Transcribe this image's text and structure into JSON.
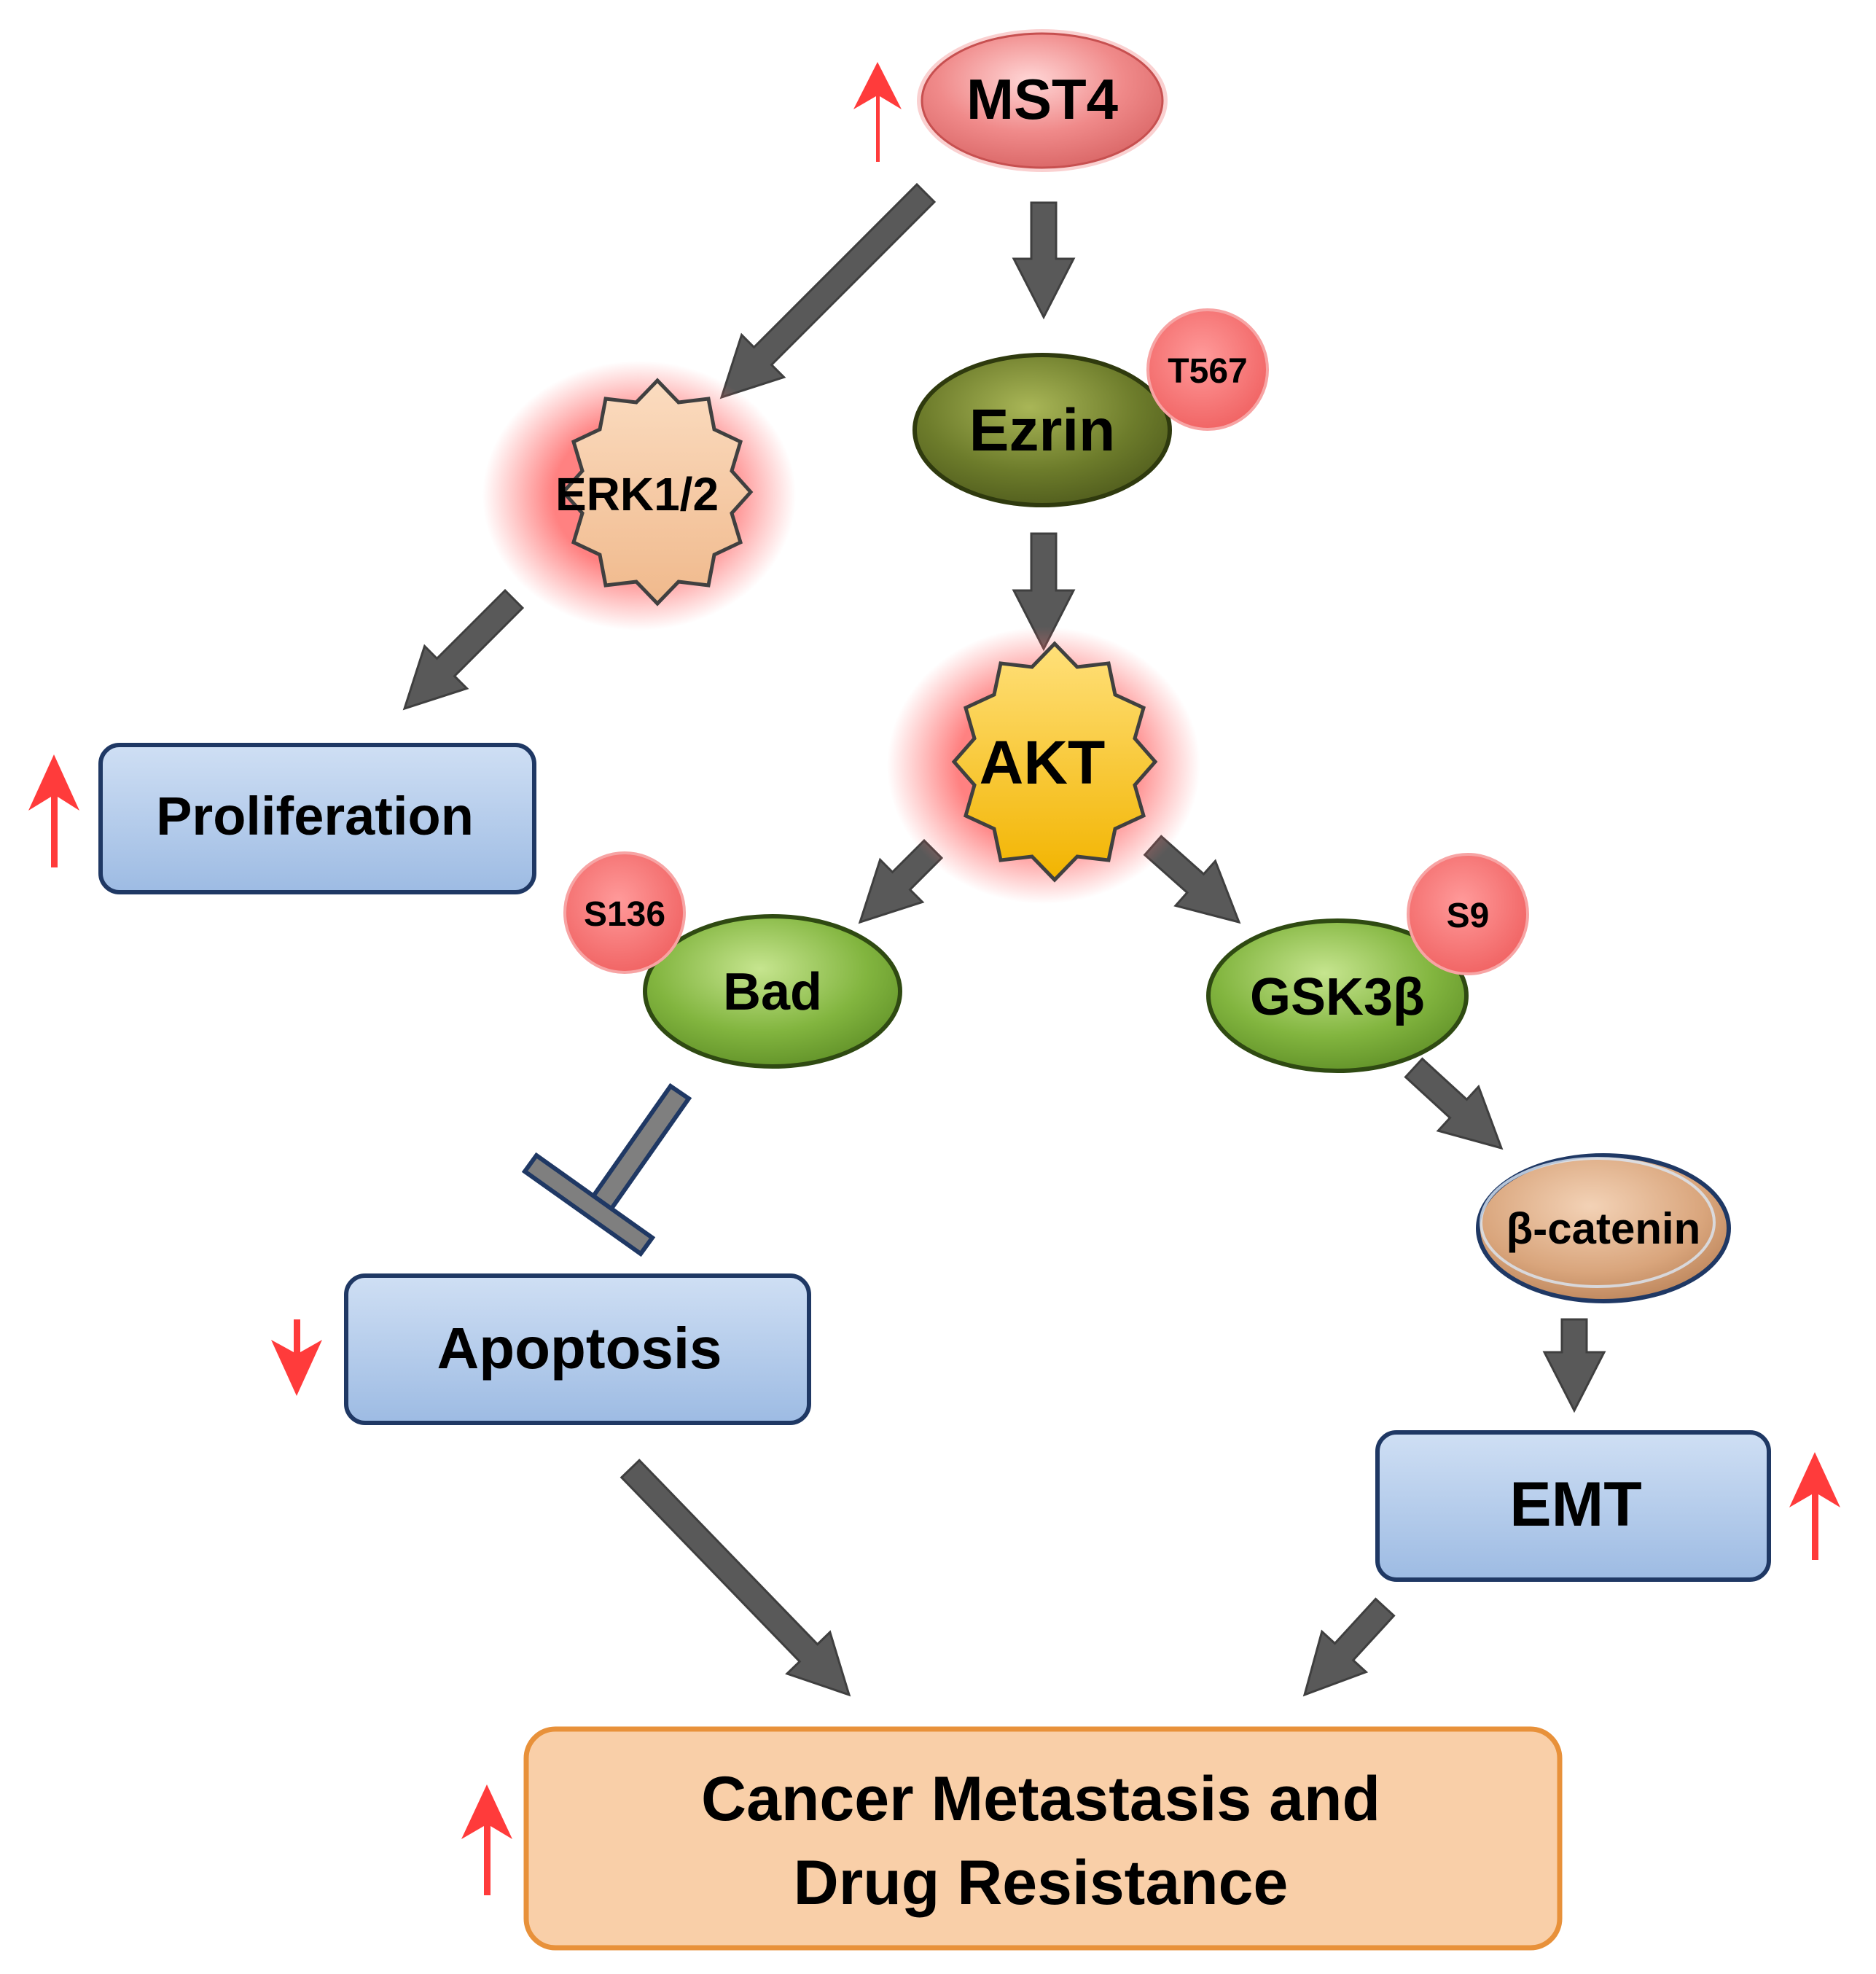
{
  "nodes": {
    "mst4": "MST4",
    "ezrin": "Ezrin",
    "ezrin_site": "T567",
    "erk": "ERK1/2",
    "akt": "AKT",
    "bad": "Bad",
    "bad_site": "S136",
    "gsk3b": "GSK3β",
    "gsk3b_site": "S9",
    "beta_catenin": "β-catenin",
    "proliferation": "Proliferation",
    "apoptosis": "Apoptosis",
    "emt": "EMT",
    "outcome_line1": "Cancer Metastasis and",
    "outcome_line2": "Drug Resistance"
  },
  "colors": {
    "arrow": "#595959",
    "inhibit": "#7f7f7f",
    "up_down_arrow": "#ff3b3b",
    "mst4": "#f08080",
    "phospho_site": "#f46b6b",
    "ezrin": "#6b7a2a",
    "green_node": "#7fb13c",
    "erk": "#f7c9a2",
    "akt": "#ffc000",
    "beta_catenin": "#d9a57c",
    "process_box": "#aec8ea",
    "outcome_box": "#f9cfa8",
    "outcome_border": "#e8913a"
  }
}
